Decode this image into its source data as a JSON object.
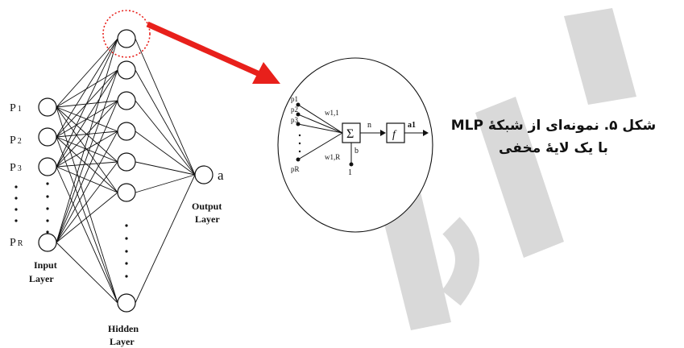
{
  "diagram": {
    "input_labels": [
      {
        "main": "P",
        "sub": "1"
      },
      {
        "main": "P",
        "sub": "2"
      },
      {
        "main": "P",
        "sub": "3"
      },
      {
        "main": "P",
        "sub": "R"
      }
    ],
    "input_layer_label": [
      "Input",
      "Layer"
    ],
    "hidden_layer_label": [
      "Hidden",
      "Layer"
    ],
    "output_layer_label": [
      "Output",
      "Layer"
    ],
    "output_label": "a",
    "neuron_detail": {
      "inputs": [
        "p1",
        "p2",
        "p3",
        "pR"
      ],
      "weight_top": "w1,1",
      "weight_bottom": "w1,R",
      "sum_symbol": "Σ",
      "net_label": "n",
      "activation_symbol": "f",
      "output_label": "a1",
      "bias_label": "b",
      "bias_input": "1"
    },
    "caption_line1": "شکل ۵. نمونه‌ای از شبکۀ MLP",
    "caption_line2": "با یک لایۀ مخفی"
  },
  "colors": {
    "arrow": "#e8201b",
    "highlight_circle": "#e8201b",
    "watermark": "#d4d4d4",
    "lines": "#111111"
  }
}
